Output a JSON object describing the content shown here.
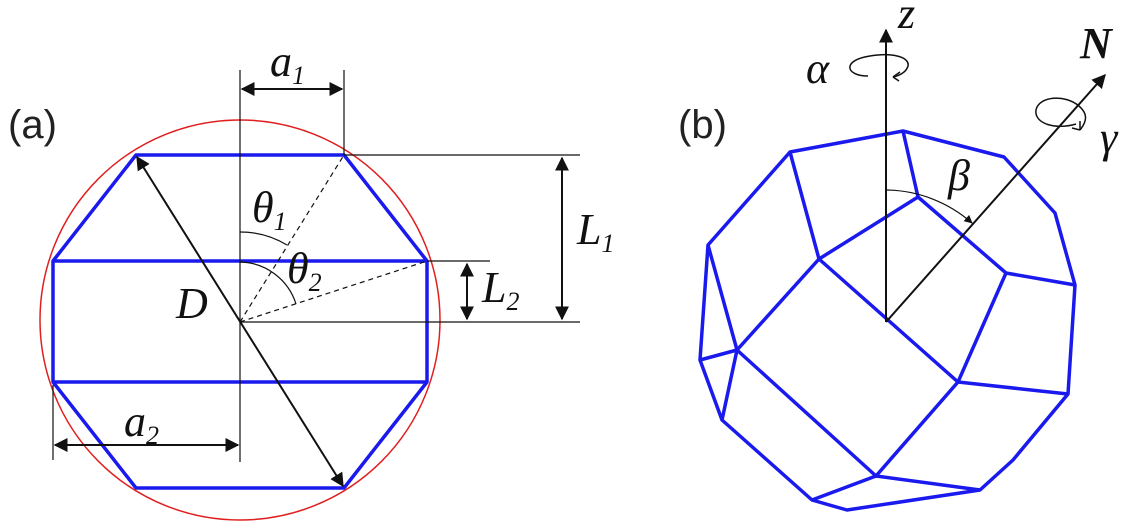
{
  "figure": {
    "panel_a": {
      "label": "(a)",
      "symbols": {
        "a1": "a",
        "a1_sub": "1",
        "a2": "a",
        "a2_sub": "2",
        "theta1": "θ",
        "theta1_sub": "1",
        "theta2": "θ",
        "theta2_sub": "2",
        "L1": "L",
        "L1_sub": "1",
        "L2": "L",
        "L2_sub": "2",
        "D": "D"
      }
    },
    "panel_b": {
      "label": "(b)",
      "symbols": {
        "z": "z",
        "N": "N",
        "alpha": "α",
        "beta": "β",
        "gamma": "γ"
      }
    },
    "colors": {
      "polyhedron": "#1a1aee",
      "circumcircle": "#e02020",
      "lines": "#111111"
    }
  }
}
